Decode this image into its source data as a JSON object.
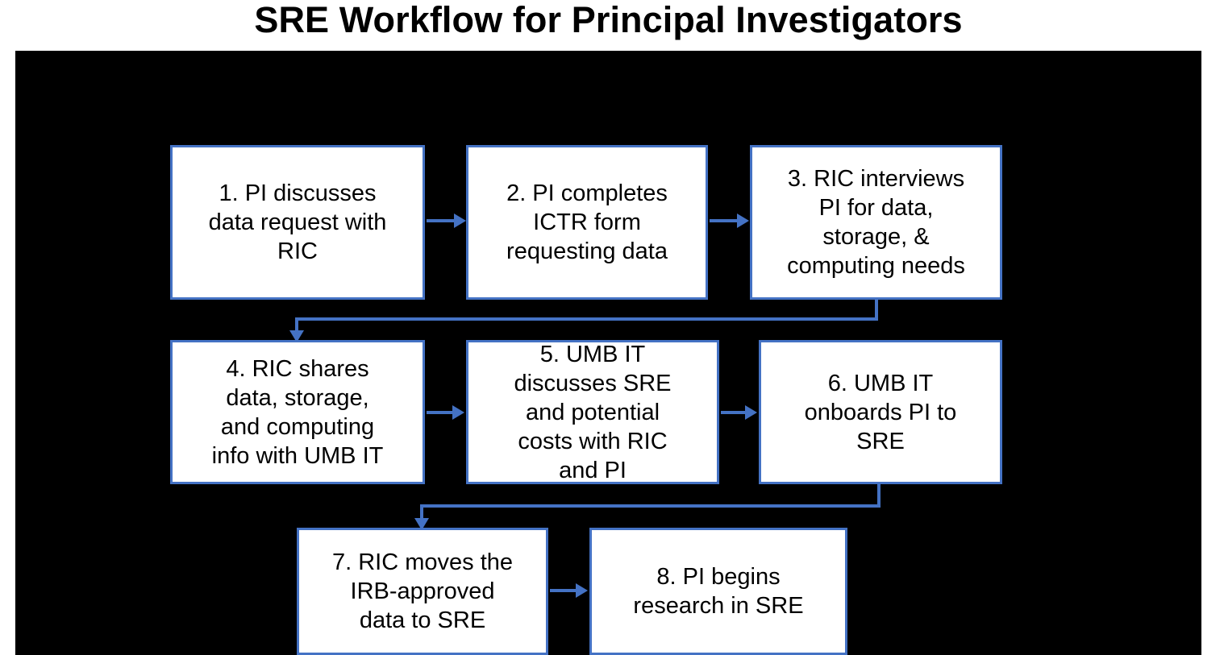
{
  "slide": {
    "title": "SRE Workflow for Principal Investigators",
    "background_color": "#000000",
    "page_background_color": "#ffffff",
    "accent_color": "#4472C4",
    "node_fill_color": "#ffffff",
    "node_text_color": "#000000"
  },
  "flow": {
    "nodes": [
      {
        "id": "step-1",
        "number": "1",
        "label": "1. PI discusses\ndata request with\nRIC"
      },
      {
        "id": "step-2",
        "number": "2",
        "label": "2. PI completes\nICTR form\nrequesting data"
      },
      {
        "id": "step-3",
        "number": "3",
        "label": "3. RIC interviews\nPI for data,\nstorage, &\ncomputing needs"
      },
      {
        "id": "step-4",
        "number": "4",
        "label": "4. RIC shares\ndata, storage,\nand computing\ninfo with UMB IT"
      },
      {
        "id": "step-5",
        "number": "5",
        "label": "5. UMB IT\ndiscusses SRE\nand potential\ncosts with RIC\nand PI"
      },
      {
        "id": "step-6",
        "number": "6",
        "label": "6. UMB IT\nonboards PI to\nSRE"
      },
      {
        "id": "step-7",
        "number": "7",
        "label": "7. RIC moves the\nIRB-approved\ndata to SRE"
      },
      {
        "id": "step-8",
        "number": "8",
        "label": "8. PI begins\nresearch in SRE"
      }
    ],
    "connectors": [
      {
        "id": "conn-1-2",
        "from": "step-1",
        "to": "step-2",
        "kind": "straight-right"
      },
      {
        "id": "conn-2-3",
        "from": "step-2",
        "to": "step-3",
        "kind": "straight-right"
      },
      {
        "id": "conn-3-4",
        "from": "step-3",
        "to": "step-4",
        "kind": "elbow-down-left-down"
      },
      {
        "id": "conn-4-5",
        "from": "step-4",
        "to": "step-5",
        "kind": "straight-right"
      },
      {
        "id": "conn-5-6",
        "from": "step-5",
        "to": "step-6",
        "kind": "straight-right"
      },
      {
        "id": "conn-6-7",
        "from": "step-6",
        "to": "step-7",
        "kind": "elbow-down-left-down"
      },
      {
        "id": "conn-7-8",
        "from": "step-7",
        "to": "step-8",
        "kind": "straight-right"
      }
    ]
  }
}
